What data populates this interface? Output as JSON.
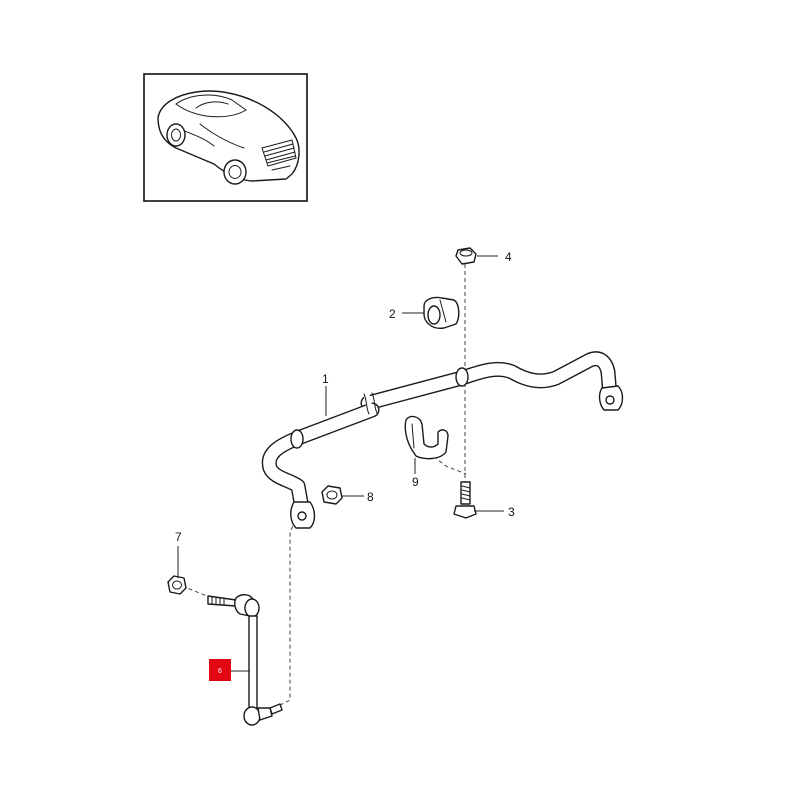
{
  "callouts": {
    "c1": "1",
    "c2": "2",
    "c3": "3",
    "c4": "4",
    "c6": "6",
    "c7": "7",
    "c8": "8",
    "c9": "9"
  },
  "highlight_color": "#e30613",
  "line_color": "#1a1a1a",
  "thumbnail_subject": "car-thumbnail"
}
